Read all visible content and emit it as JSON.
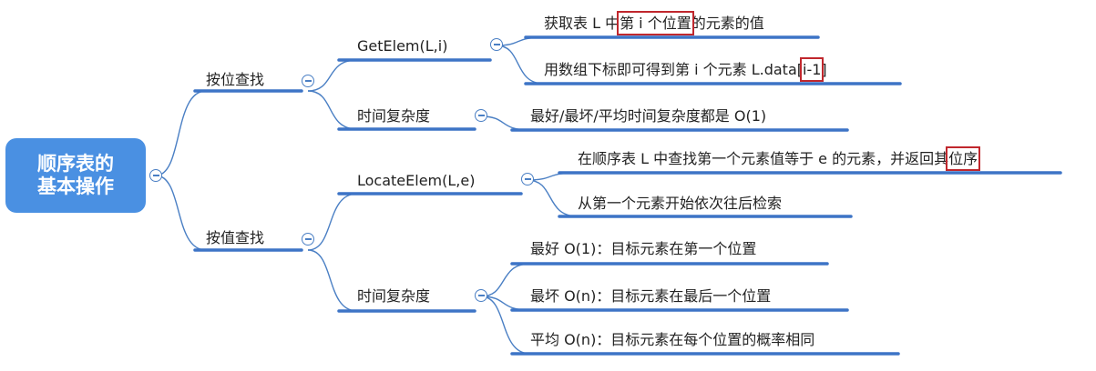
{
  "colors": {
    "root_bg": "#4a90e2",
    "line": "#4a7fc4",
    "underline": "#3d74c6",
    "highlight": "#c0272d"
  },
  "root": {
    "line1": "顺序表的",
    "line2": "基本操作"
  },
  "branches": {
    "by_position": {
      "label": "按位查找",
      "getelem": {
        "label": "GetElem(L,i)",
        "desc1": {
          "pre": "获取表 L 中",
          "hl": "第 i 个位置",
          "post": "的元素的值"
        },
        "desc2": {
          "pre": "用数组下标即可得到第 i  个元素 L.data[",
          "hl": "i-1",
          "post": "]"
        }
      },
      "complexity": {
        "label": "时间复杂度",
        "desc": "最好/最坏/平均时间复杂度都是 O(1)"
      }
    },
    "by_value": {
      "label": "按值查找",
      "locateelem": {
        "label": "LocateElem(L,e)",
        "desc1": {
          "pre": "在顺序表 L 中查找第一个元素值等于 e 的元素，并返回其",
          "hl": "位序"
        },
        "desc2": "从第一个元素开始依次往后检索"
      },
      "complexity": {
        "label": "时间复杂度",
        "best": "最好  O(1)：目标元素在第一个位置",
        "worst": "最坏  O(n)：目标元素在最后一个位置",
        "avg": "平均  O(n)：目标元素在每个位置的概率相同"
      }
    }
  }
}
